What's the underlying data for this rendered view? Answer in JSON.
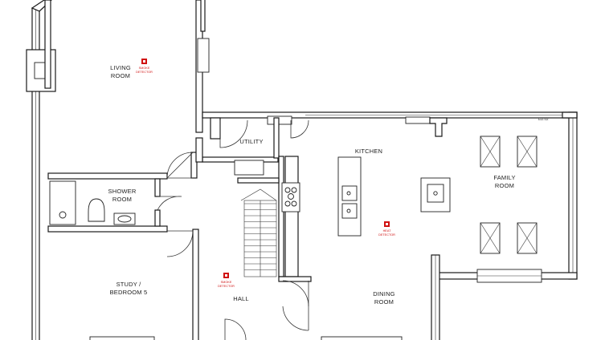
{
  "rooms": {
    "living": [
      "LIVING",
      "ROOM"
    ],
    "shower": [
      "SHOWER",
      "ROOM"
    ],
    "utility": "UTILITY",
    "kitchen": "KITCHEN",
    "family": [
      "FAMILY",
      "ROOM"
    ],
    "study": [
      "STUDY /",
      "BEDROOM 5"
    ],
    "hall": "HALL",
    "dining": [
      "DINING",
      "ROOM"
    ]
  },
  "detectors": {
    "living": [
      "SMOKE",
      "DETECTOR"
    ],
    "hall": [
      "SMOKE",
      "DETECTOR"
    ],
    "kitchen": [
      "HEAT",
      "DETECTOR"
    ]
  },
  "annotations": {
    "elevation_tag": "ED.02"
  },
  "colors": {
    "detector": "#d01010",
    "walls": "#1a1a1a"
  }
}
